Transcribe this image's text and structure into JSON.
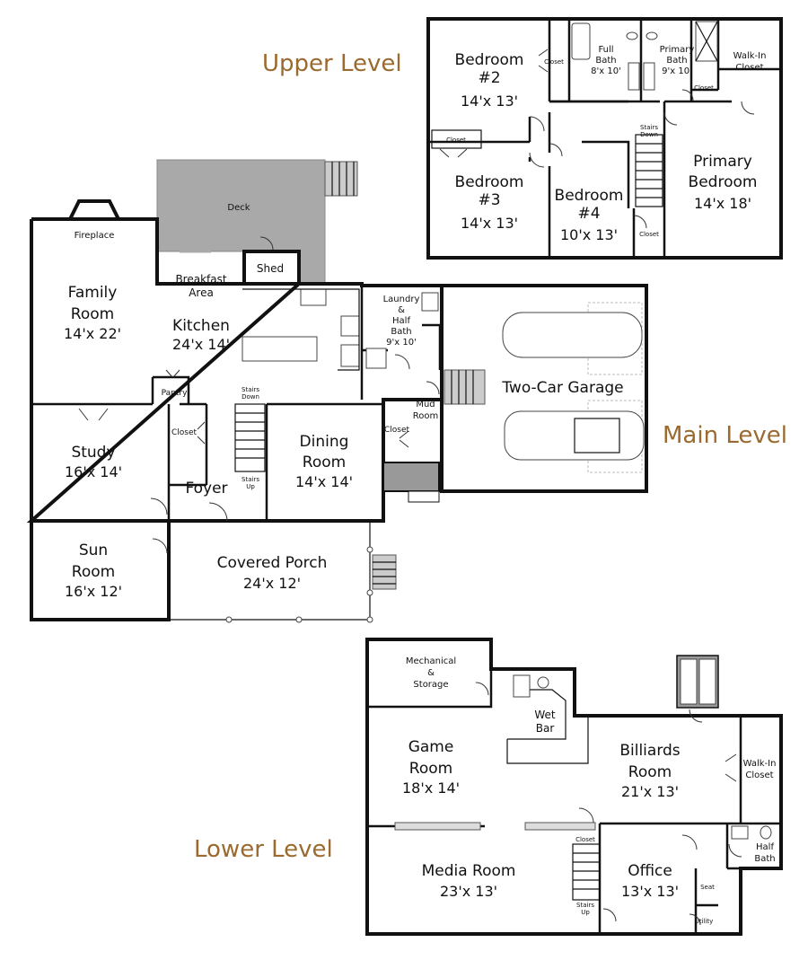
{
  "levels": {
    "upper": "Upper Level",
    "main": "Main Level",
    "lower": "Lower Level"
  },
  "colors": {
    "level_label": "#9a6a2e",
    "deck": "#a9a9a9",
    "wall": "#111111"
  },
  "upper": {
    "bedroom2": {
      "name": [
        "Bedroom",
        "#2"
      ],
      "dim": "14'x 13'"
    },
    "bedroom3": {
      "name": [
        "Bedroom",
        "#3"
      ],
      "dim": "14'x 13'"
    },
    "bedroom4": {
      "name": [
        "Bedroom",
        "#4"
      ],
      "dim": "10'x 13'"
    },
    "primary_bedroom": {
      "name": [
        "Primary",
        "Bedroom"
      ],
      "dim": "14'x 18'"
    },
    "full_bath": {
      "name": [
        "Full",
        "Bath"
      ],
      "dim": "8'x 10'"
    },
    "primary_bath": {
      "name": [
        "Primary",
        "Bath"
      ],
      "dim": "9'x 10'"
    },
    "walkin_closet": [
      "Walk-In",
      "Closet"
    ],
    "closet_b2": "Closet",
    "closet_b3": "Closet",
    "closet_b4": "Closet",
    "closet_pb": "Closet",
    "stairs": [
      "Stairs",
      "Down"
    ]
  },
  "main": {
    "deck": "Deck",
    "shed": "Shed",
    "fireplace": "Fireplace",
    "family_room": {
      "name": [
        "Family",
        "Room"
      ],
      "dim": "14'x 22'"
    },
    "breakfast": [
      "Breakfast",
      "Area"
    ],
    "kitchen": {
      "name": "Kitchen",
      "dim": "24'x 14'"
    },
    "laundry": {
      "name": [
        "Laundry",
        "&",
        "Half",
        "Bath"
      ],
      "dim": "9'x 10'"
    },
    "garage": "Two-Car Garage",
    "pantry": "Pantry",
    "stairs_down": [
      "Stairs",
      "Down"
    ],
    "stairs_up": [
      "Stairs",
      "Up"
    ],
    "mud_room": [
      "Mud",
      "Room"
    ],
    "closet_mud": "Closet",
    "closet_foyer": "Closet",
    "study": {
      "name": "Study",
      "dim": "16'x 14'"
    },
    "foyer": "Foyer",
    "dining": {
      "name": [
        "Dining",
        "Room"
      ],
      "dim": "14'x 14'"
    },
    "sun_room": {
      "name": [
        "Sun",
        "Room"
      ],
      "dim": "16'x 12'"
    },
    "porch": {
      "name": "Covered Porch",
      "dim": "24'x 12'"
    }
  },
  "lower": {
    "mechanical": [
      "Mechanical",
      "&",
      "Storage"
    ],
    "wet_bar": [
      "Wet",
      "Bar"
    ],
    "game_room": {
      "name": [
        "Game",
        "Room"
      ],
      "dim": "18'x 14'"
    },
    "billiards": {
      "name": [
        "Billiards",
        "Room"
      ],
      "dim": "21'x 13'"
    },
    "walkin_closet": [
      "Walk-In",
      "Closet"
    ],
    "half_bath": [
      "Half",
      "Bath"
    ],
    "media_room": {
      "name": "Media Room",
      "dim": "23'x 13'"
    },
    "office": {
      "name": "Office",
      "dim": "13'x 13'"
    },
    "closet": "Closet",
    "stairs_up": [
      "Stairs",
      "Up"
    ],
    "seat": "Seat",
    "utility": "Utility"
  }
}
